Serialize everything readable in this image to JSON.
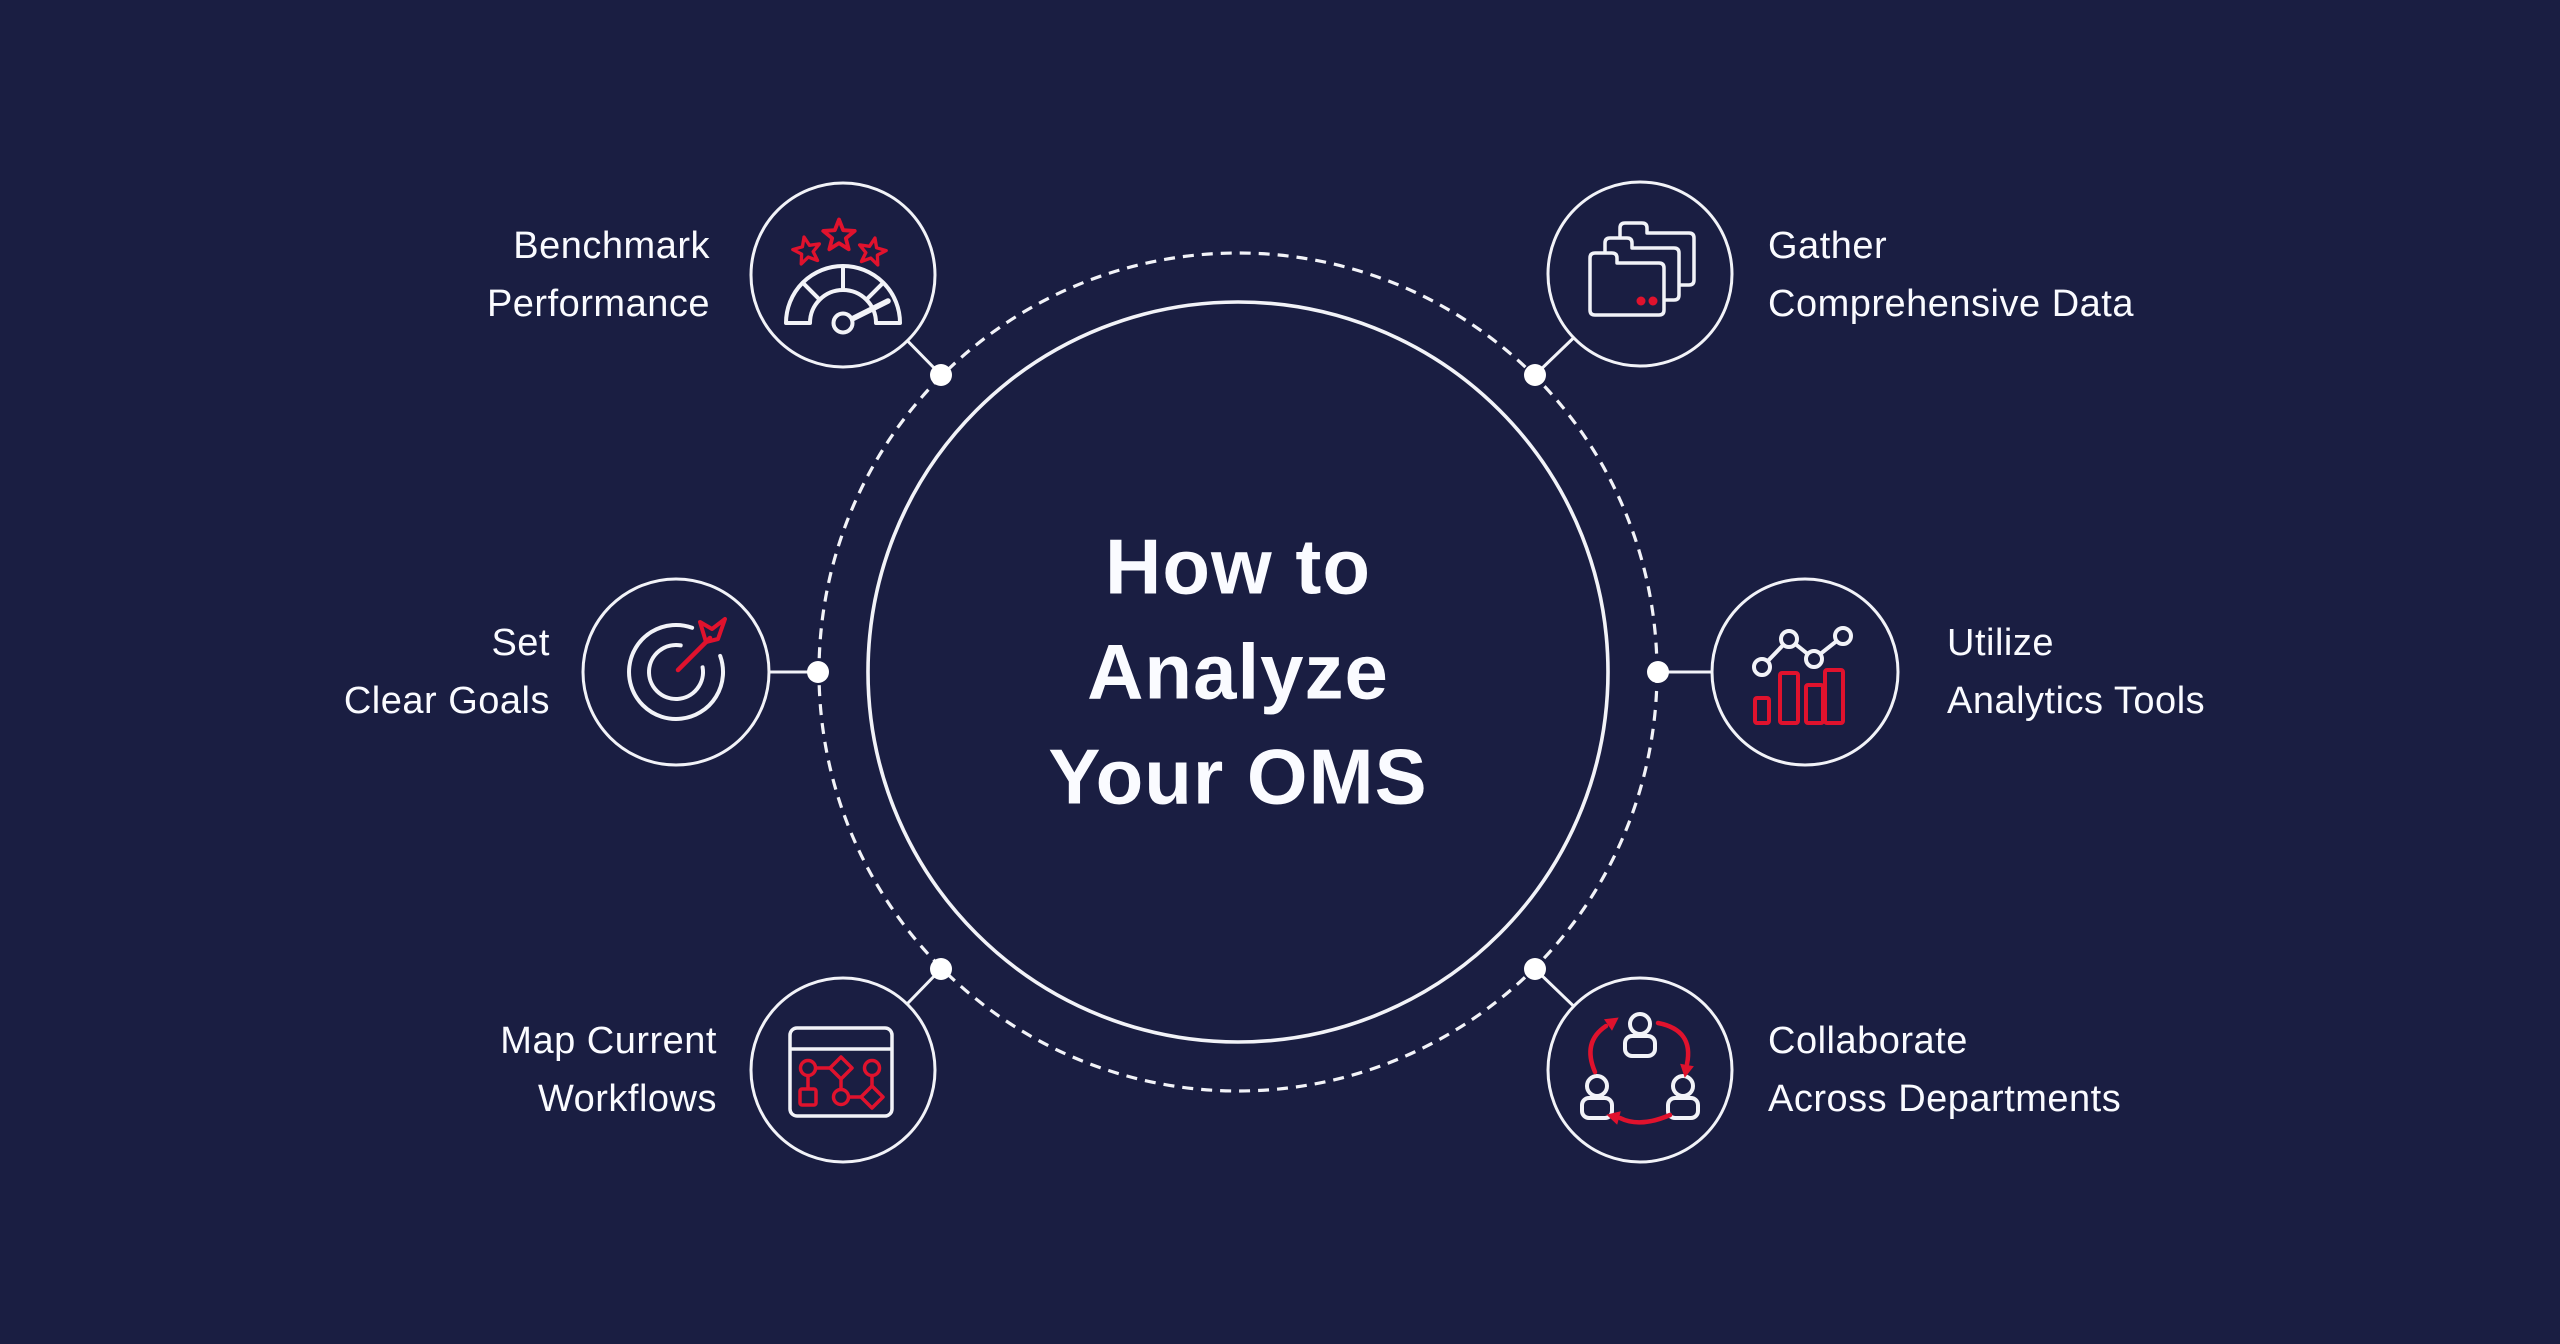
{
  "title": {
    "lines": [
      "How to",
      "Analyze",
      "Your OMS"
    ]
  },
  "theme": {
    "background": "#1a1e42",
    "text_white": "#fafbff",
    "stroke_white": "#f2f3f8",
    "accent_red": "#e0122d"
  },
  "items": [
    {
      "id": "benchmark-performance",
      "position": "top-left",
      "icon": "gauge-with-stars-icon",
      "label_lines": [
        "Benchmark",
        "Performance"
      ]
    },
    {
      "id": "gather-data",
      "position": "top-right",
      "icon": "stacked-folders-icon",
      "label_lines": [
        "Gather",
        "Comprehensive Data"
      ]
    },
    {
      "id": "set-goals",
      "position": "middle-left",
      "icon": "target-dart-icon",
      "label_lines": [
        "Set",
        "Clear Goals"
      ]
    },
    {
      "id": "utilize-analytics",
      "position": "middle-right",
      "icon": "line-bar-chart-icon",
      "label_lines": [
        "Utilize",
        "Analytics Tools"
      ]
    },
    {
      "id": "map-workflows",
      "position": "bottom-left",
      "icon": "workflow-window-icon",
      "label_lines": [
        "Map Current",
        "Workflows"
      ]
    },
    {
      "id": "collaborate",
      "position": "bottom-right",
      "icon": "people-cycle-icon",
      "label_lines": [
        "Collaborate",
        "Across Departments"
      ]
    }
  ]
}
